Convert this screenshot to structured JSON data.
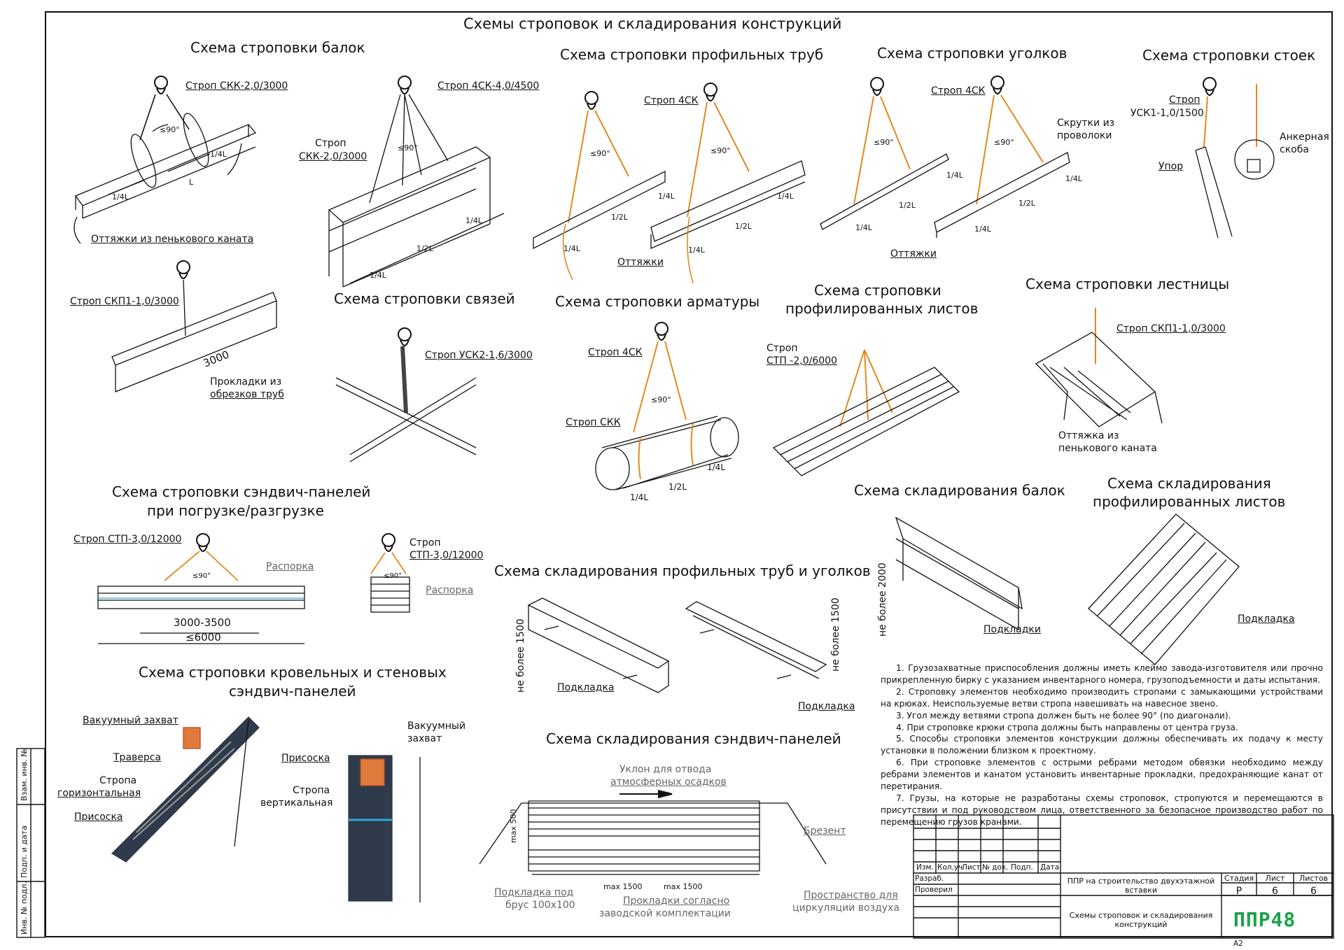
{
  "title": "Схемы строповок и складирования конструкций",
  "sections": {
    "beams": "Схема строповки балок",
    "pipes": "Схема строповки профильных труб",
    "angles": "Схема строповки уголков",
    "posts": "Схема строповки стоек",
    "braces": "Схема строповки связей",
    "rebar": "Схема строповки арматуры",
    "sheets_1": "Схема строповки",
    "sheets_2": "профилированных листов",
    "ladder": "Схема строповки лестницы",
    "sandwich_1": "Схема строповки сэндвич-панелей",
    "sandwich_2": "при погрузке/разгрузке",
    "store_pipes": "Схема складирования профильных труб и уголков",
    "store_beams": "Схема складирования балок",
    "store_sheets_1": "Схема складирования",
    "store_sheets_2": "профилированных листов",
    "roof_1": "Схема строповки кровельных и стеновых",
    "roof_2": "сэндвич-панелей",
    "store_sandwich": "Схема складирования сэндвич-панелей"
  },
  "labels": {
    "skk_2_3000": "Строп СКК-2,0/3000",
    "ottyazhki_rope": "Оттяжки из пенькового каната",
    "quarter_l": "1/4L",
    "half_l": "1/2L",
    "l": "L",
    "angle90": "≤90°",
    "strop_4sk_4500": "Строп 4СК-4,0/4500",
    "strop_1": "Строп",
    "skk_2_3000_b": "СКК-2,0/3000",
    "strop_4sk": "Строп 4СК",
    "ottyazhki": "Оттяжки",
    "skrutki_1": "Скрутки из",
    "skrutki_2": "проволоки",
    "usk1": "УСК1-1,0/1500",
    "upor": "Упор",
    "ankernaya_1": "Анкерная",
    "ankernaya_2": "скоба",
    "skp1": "Строп СКП1-1,0/3000",
    "dim3000": "3000",
    "prokladki_1": "Прокладки из",
    "prokladki_2": "обрезков труб",
    "usk2": "Строп УСК2-1,6/3000",
    "strop_skk": "Строп СКК",
    "stp_2": "СТП -2,0/6000",
    "ottyazhka_1": "Оттяжка из",
    "ottyazhka_2": "пенькового каната",
    "stp3": "Строп СТП-3,0/12000",
    "stp3_b": "СТП-3,0/12000",
    "rasporka": "Распорка",
    "d3000_3500": "3000-3500",
    "d6000": "≤6000",
    "ne_bolee_1500": "не более 1500",
    "ne_bolee_2000": "не более 2000",
    "podkladka": "Подкладка",
    "podkladki": "Подкладки",
    "vakuum": "Вакуумный захват",
    "vakuum_1": "Вакуумный",
    "vakuum_2": "захват",
    "traversa": "Траверса",
    "stropa_1": "Стропа",
    "stropa_h": "горизонтальная",
    "stropa_v": "вертикальная",
    "prisoska": "Присоска",
    "uklon_1": "Уклон для отвода",
    "uklon_2": "атмосферных осадков",
    "brezent": "Брезент",
    "podkl_brus_1": "Подкладка под",
    "podkl_brus_2": "брус 100х100",
    "prokl_zav_1": "Прокладки согласно",
    "prokl_zav_2": "заводской комплектации",
    "prostranstvo_1": "Пространство для",
    "prostranstvo_2": "циркуляции воздуха",
    "max1500": "max 1500",
    "max500": "max 500"
  },
  "notes": [
    "1. Грузозахватные приспособления должны иметь клеймо завода-изготовителя или прочно прикрепленную бирку с указанием инвентарного номера, грузоподъемности и даты испытания.",
    "2. Строповку элементов необходимо производить стропами с замыкающими устройствами на крюках. Неиспользуемые ветви стропа навешивать на навесное звено.",
    "3. Угол между ветвями стропа должен быть не более 90° (по диагонали).",
    "4. При строповке крюки стропа должны быть направлены от центра груза.",
    "5. Способы строповки элементов конструкции должны обеспечивать их подачу к месту установки в положении близком к проектному.",
    "6. При строповке элементов с острыми ребрами методом обвязки необходимо между ребрами элементов и канатом установить инвентарные прокладки, предохраняющие канат от перетирания.",
    "7. Грузы, на которые не разработаны схемы строповок, стропуются и перемещаются в присутствии и под руководством лица, ответственного за безопасное производство работ по перемещению грузов кранами."
  ],
  "side_stamp": [
    "Взам. инв. №",
    "Подп. и дата",
    "Инв. № подл."
  ],
  "titleblock": {
    "cols": [
      "Изм.",
      "Кол.уч",
      "Лист",
      "№ док.",
      "Подп.",
      "Дата"
    ],
    "razrab": "Разраб.",
    "proveril": "Проверил",
    "project": "ППР на строительство двухэтажной вставки",
    "sheet_name": "Схемы строповок и складирования конструкций",
    "stadiya_h": "Стадия",
    "list_h": "Лист",
    "listov_h": "Листов",
    "stadiya": "Р",
    "list": "6",
    "listov": "6",
    "logo": "ППР48",
    "format": "А2"
  },
  "colors": {
    "strop": "#e08a1e",
    "line": "#111111",
    "panel": "#2f3a4a",
    "accent": "#1aa34a",
    "cyan": "#29a8d8"
  }
}
